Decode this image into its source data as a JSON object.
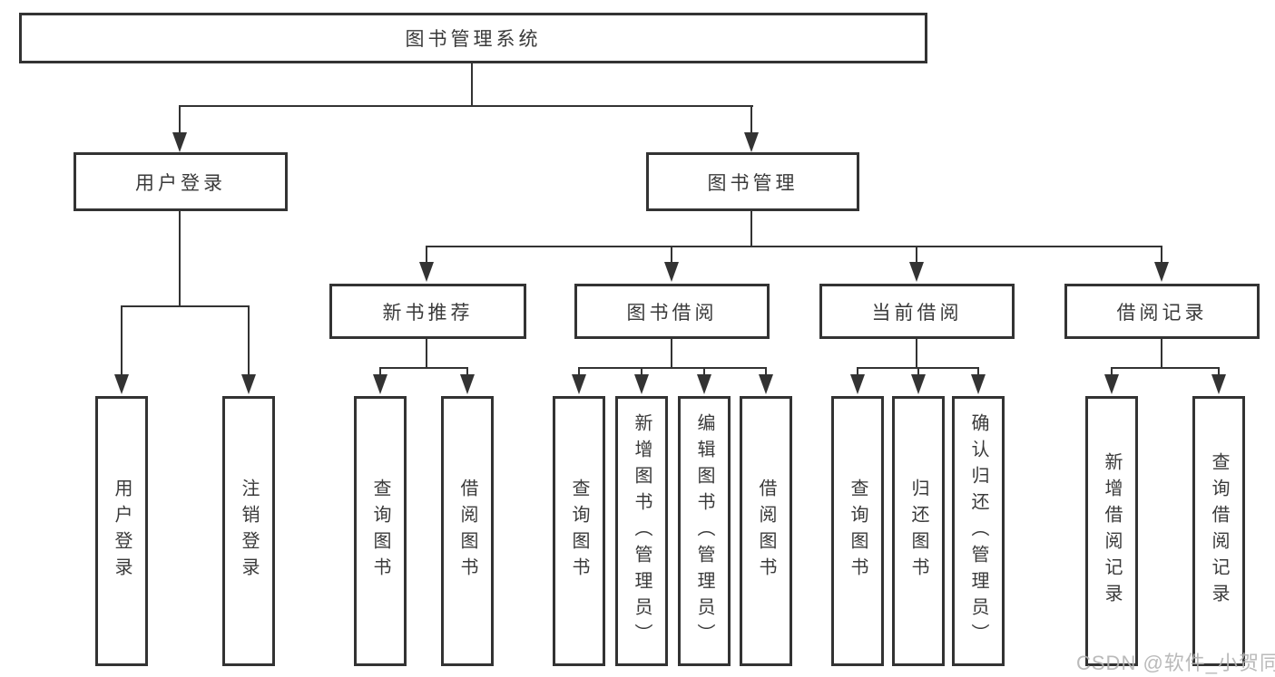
{
  "tree": {
    "root": {
      "label": "图书管理系统"
    },
    "branches": [
      {
        "label": "用户登录",
        "children": [
          {
            "label": "用户登录"
          },
          {
            "label": "注销登录"
          }
        ]
      },
      {
        "label": "图书管理",
        "children": [
          {
            "label": "新书推荐",
            "children": [
              {
                "label": "查询图书"
              },
              {
                "label": "借阅图书"
              }
            ]
          },
          {
            "label": "图书借阅",
            "children": [
              {
                "label": "查询图书"
              },
              {
                "label": "新增图书（管理员）"
              },
              {
                "label": "编辑图书（管理员）"
              },
              {
                "label": "借阅图书"
              }
            ]
          },
          {
            "label": "当前借阅",
            "children": [
              {
                "label": "查询图书"
              },
              {
                "label": "归还图书"
              },
              {
                "label": "确认归还（管理员）"
              }
            ]
          },
          {
            "label": "借阅记录",
            "children": [
              {
                "label": "新增借阅记录"
              },
              {
                "label": "查询借阅记录"
              }
            ]
          }
        ]
      }
    ]
  },
  "watermark": {
    "text": "CSDN @软件_小贺同学",
    "color": "#b3b3b3"
  },
  "palette": {
    "line": "#333333",
    "box_border": "#333333",
    "box_fill": "#ffffff",
    "background": "#ffffff"
  }
}
